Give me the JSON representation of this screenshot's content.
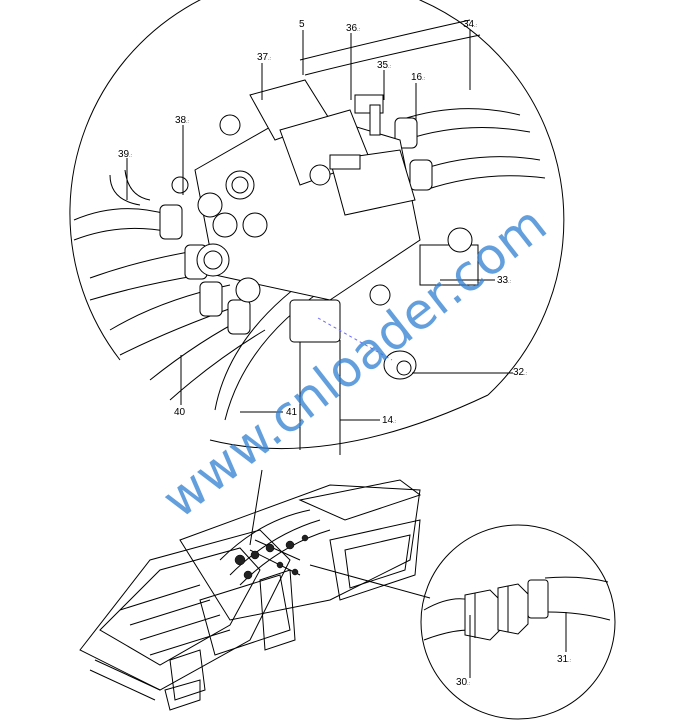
{
  "watermark": "www.cnloader.com",
  "callouts": [
    {
      "id": "c5",
      "text": "5",
      "suffix": ""
    },
    {
      "id": "c36",
      "text": "36",
      "suffix": ".:"
    },
    {
      "id": "c34",
      "text": "34",
      "suffix": ".:"
    },
    {
      "id": "c37",
      "text": "37",
      "suffix": ".:"
    },
    {
      "id": "c35",
      "text": "35",
      "suffix": ".:"
    },
    {
      "id": "c16",
      "text": "16",
      "suffix": ".:"
    },
    {
      "id": "c38",
      "text": "38",
      "suffix": ".:"
    },
    {
      "id": "c39",
      "text": "39",
      "suffix": ".:"
    },
    {
      "id": "c33",
      "text": "33",
      "suffix": ".:"
    },
    {
      "id": "c32",
      "text": "32",
      "suffix": ".:"
    },
    {
      "id": "c40",
      "text": "40",
      "suffix": ""
    },
    {
      "id": "c41",
      "text": "41",
      "suffix": ""
    },
    {
      "id": "c14",
      "text": "14",
      "suffix": ".:"
    },
    {
      "id": "c31",
      "text": "31",
      "suffix": ".:"
    },
    {
      "id": "c30",
      "text": "30",
      "suffix": ".:"
    }
  ],
  "colors": {
    "line": "#000000",
    "leader": "#c0392b",
    "watermark": "#2f7fd0"
  }
}
